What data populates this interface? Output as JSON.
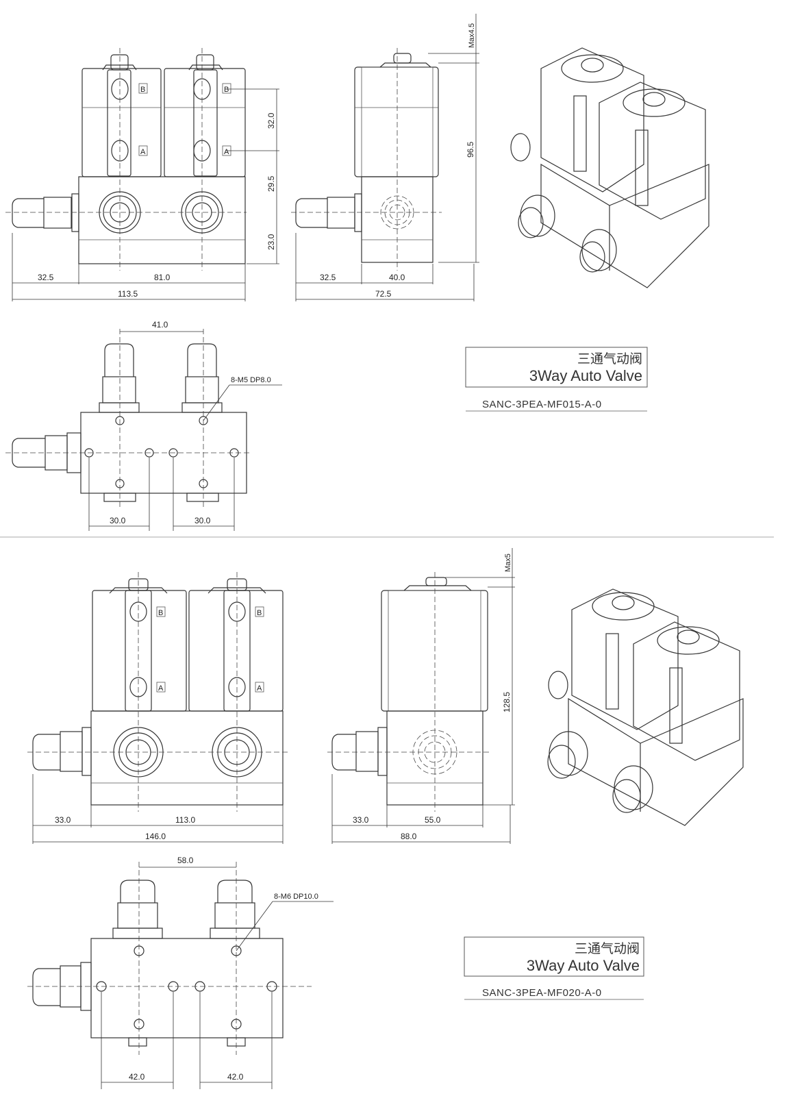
{
  "drawings": [
    {
      "front_dims": {
        "left": "32.5",
        "body": "81.0",
        "total": "113.5",
        "upper": "32.0",
        "middle": "29.5",
        "lower": "23.0"
      },
      "side_dims": {
        "left": "32.5",
        "body": "40.0",
        "total": "72.5",
        "height": "96.5",
        "max": "Max4.5"
      },
      "bottom_dims": {
        "spacing": "41.0",
        "hole_left": "30.0",
        "hole_right": "30.0",
        "thread": "8-M5 DP8.0"
      },
      "port_labels": {
        "b": "B",
        "a": "A"
      },
      "title": {
        "cn": "三通气动阀",
        "en": "3Way Auto Valve"
      },
      "part_number": "SANC-3PEA-MF015-A-0"
    },
    {
      "front_dims": {
        "left": "33.0",
        "body": "113.0",
        "total": "146.0"
      },
      "side_dims": {
        "left": "33.0",
        "body": "55.0",
        "total": "88.0",
        "height": "128.5",
        "max": "Max5"
      },
      "bottom_dims": {
        "spacing": "58.0",
        "hole_left": "42.0",
        "hole_right": "42.0",
        "thread": "8-M6 DP10.0"
      },
      "port_labels": {
        "b": "B",
        "a": "A"
      },
      "title": {
        "cn": "三通气动阀",
        "en": "3Way Auto Valve"
      },
      "part_number": "SANC-3PEA-MF020-A-0"
    }
  ]
}
